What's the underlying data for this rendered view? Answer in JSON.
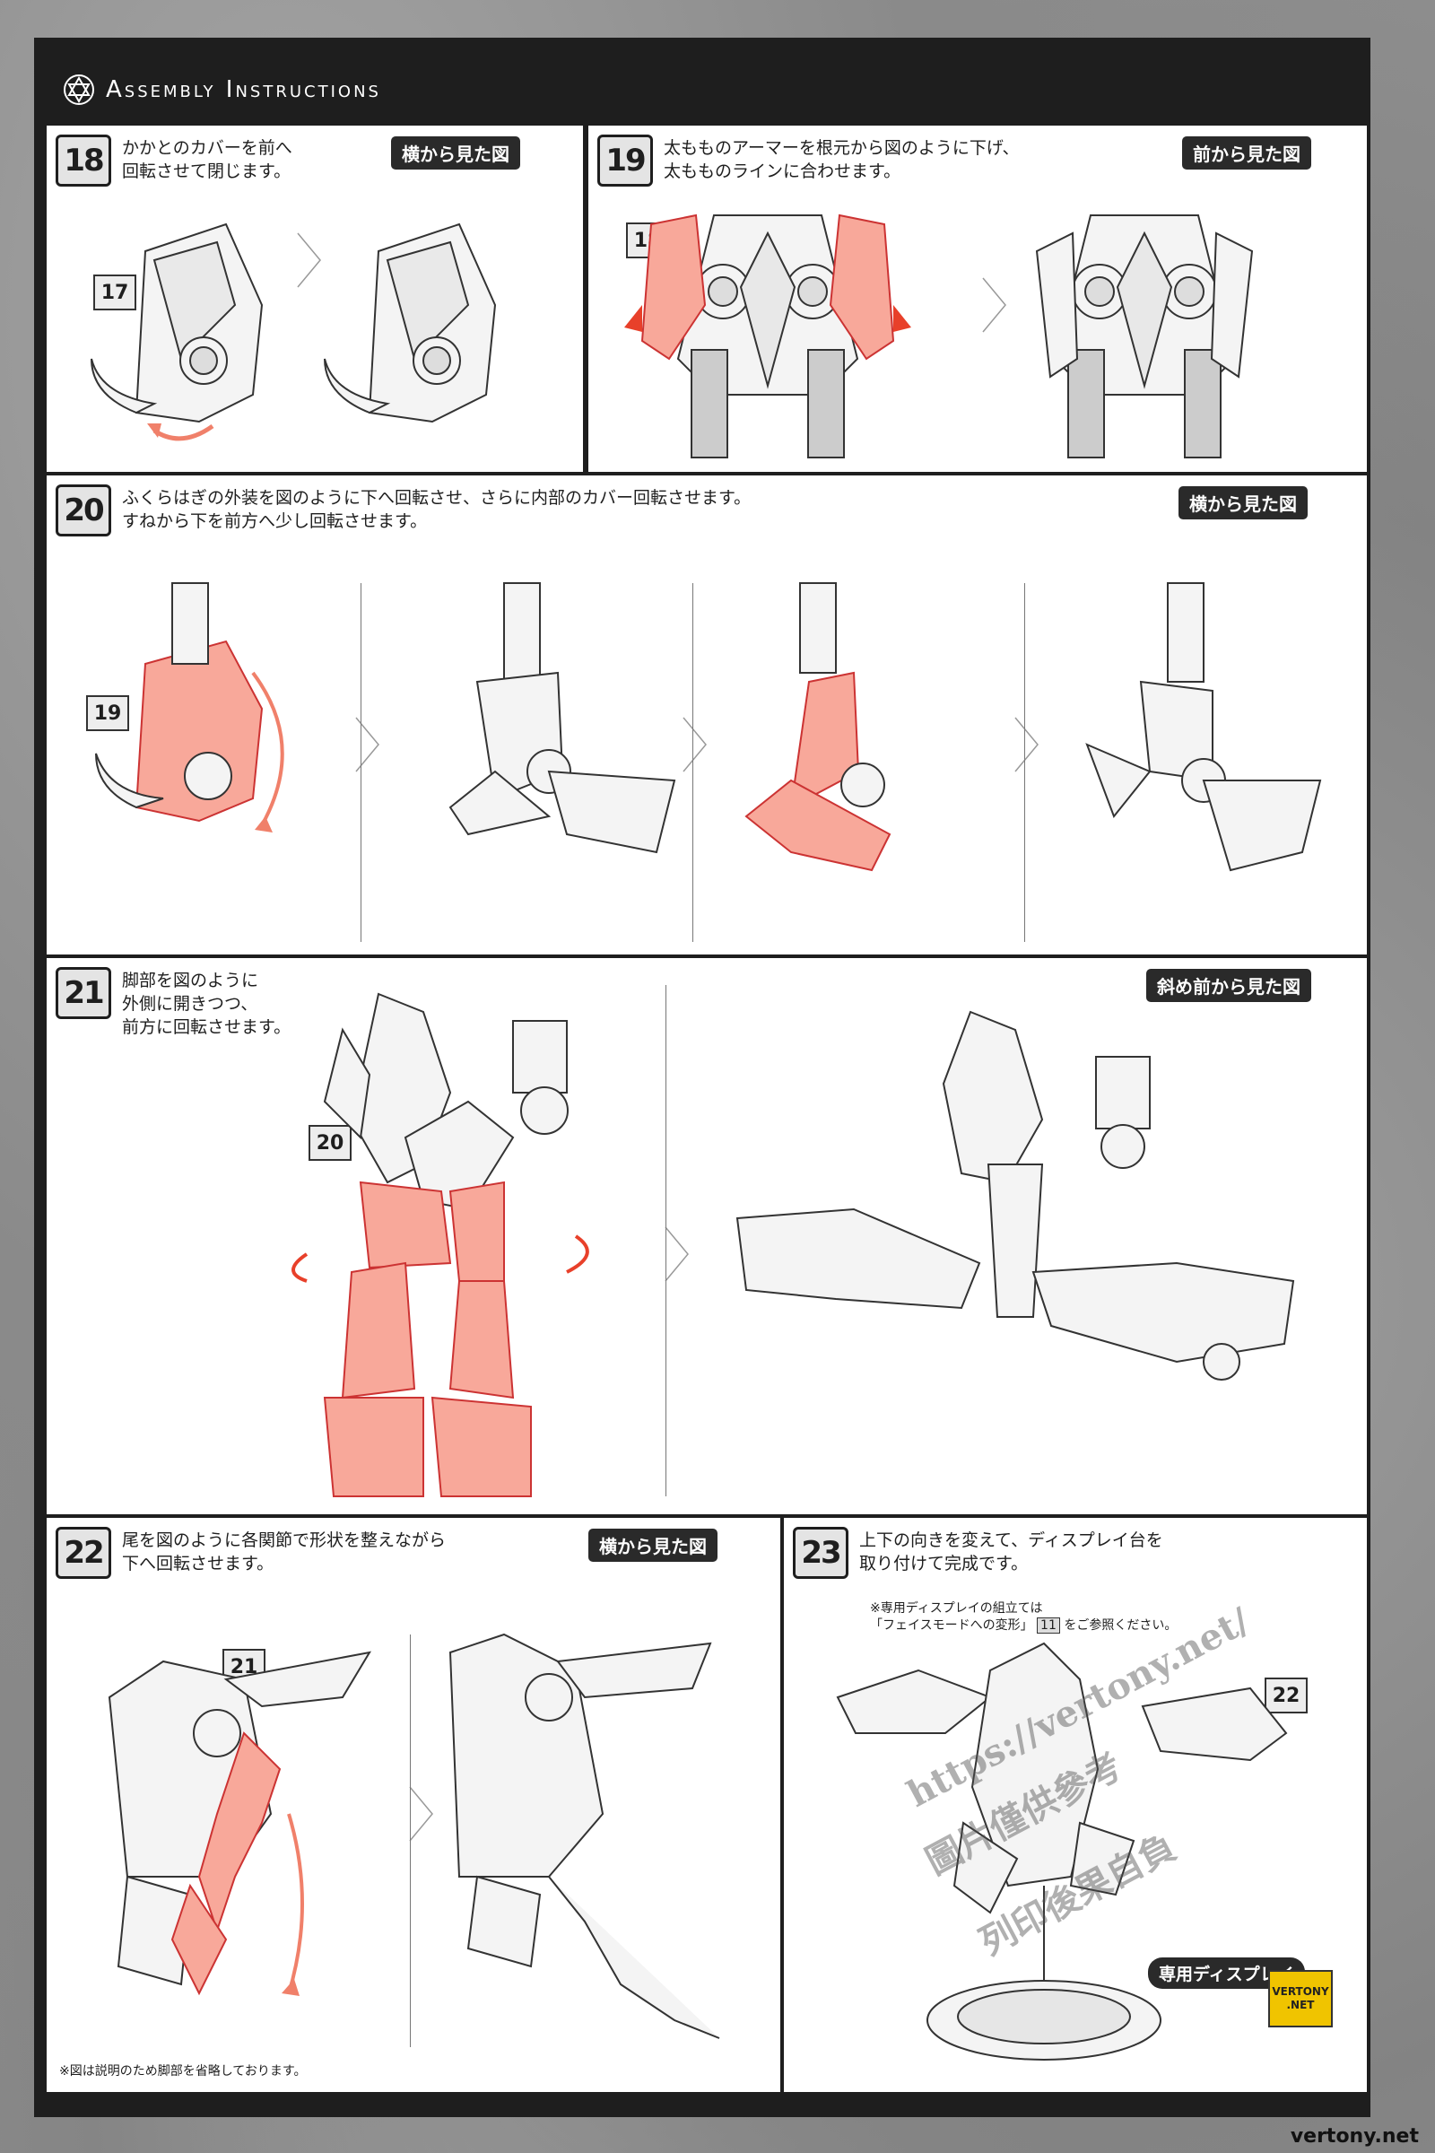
{
  "header": {
    "label": "Assembly Instructions"
  },
  "steps": [
    {
      "num": "18",
      "text": [
        "かかとのカバーを前へ",
        "回転させて閉じます。"
      ],
      "view": "横から見た図",
      "ref": "17"
    },
    {
      "num": "19",
      "text": [
        "太もものアーマーを根元から図のように下げ、",
        "太もものラインに合わせます。"
      ],
      "view": "前から見た図",
      "ref": "18"
    },
    {
      "num": "20",
      "text": [
        "ふくらはぎの外装を図のように下へ回転させ、さらに内部のカバー回転させます。",
        "すねから下を前方へ少し回転させます。"
      ],
      "view": "横から見た図",
      "ref": "19"
    },
    {
      "num": "21",
      "text": [
        "脚部を図のように",
        "外側に開きつつ、",
        "前方に回転させます。"
      ],
      "view": "斜め前から見た図",
      "ref": "20"
    },
    {
      "num": "22",
      "text": [
        "尾を図のように各関節で形状を整えながら",
        "下へ回転させます。"
      ],
      "view": "横から見た図",
      "ref": "21",
      "note": "※図は説明のため脚部を省略しております。"
    },
    {
      "num": "23",
      "text": [
        "上下の向きを変えて、ディスプレイ台を",
        "取り付けて完成です。"
      ],
      "subnote_1": "※専用ディスプレイの組立ては",
      "subnote_2": "「フェイスモードへの変形」",
      "subnote_ref": "11",
      "subnote_3": "をご参照ください。",
      "ref": "22",
      "display_label": "専用ディスプレイ"
    }
  ],
  "watermark": {
    "line1": "https://vertony.net/",
    "line2": "圖片僅供參考",
    "line3": "列印後果自負"
  },
  "logo": {
    "line1": "VERTONY",
    "line2": ".NET"
  },
  "site": "vertony.net",
  "colors": {
    "accent": "#f08a70",
    "dark": "#1e1e1e"
  }
}
